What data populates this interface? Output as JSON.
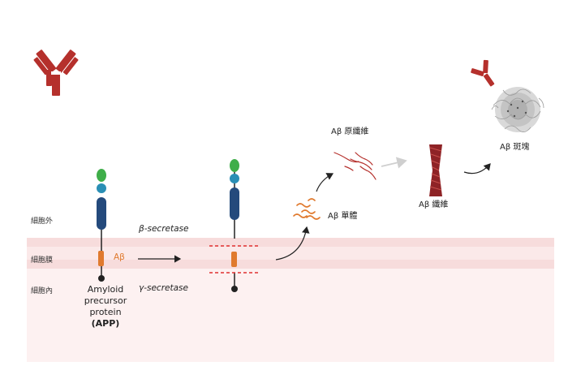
{
  "regions": {
    "outside": "細胞外",
    "membrane": "細胞膜",
    "inside": "細胞內"
  },
  "app_label": {
    "line1": "Amyloid",
    "line2": "precursor",
    "line3": "protein",
    "abbr": "(APP)"
  },
  "abeta_label": "Aβ",
  "enzymes": {
    "beta": "β-secretase",
    "gamma": "γ-secretase"
  },
  "stages": {
    "monomer": "Aβ 單體",
    "protofibril": "Aβ 原纖維",
    "fibril": "Aβ 纖維",
    "plaque": "Aβ 斑塊"
  },
  "colors": {
    "antibody": "#b5302c",
    "membrane": "#f6d8d8",
    "inside": "#fcefef",
    "cleavage": "#e03030",
    "abeta": "#e07a2e",
    "domain_green": "#3fae49",
    "domain_teal": "#2a8fb5",
    "domain_navy": "#244a7c"
  }
}
